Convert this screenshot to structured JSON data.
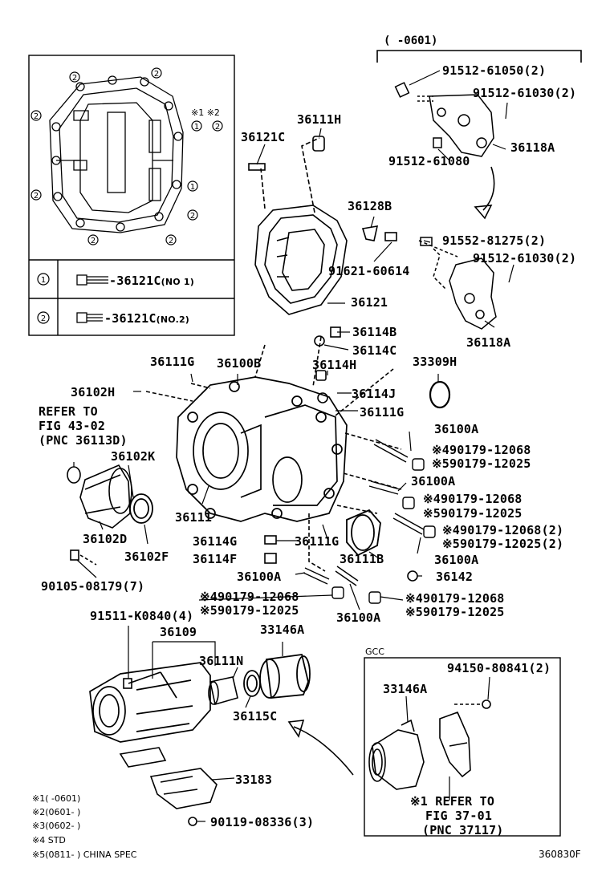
{
  "date_range_header": "(     -0601)",
  "inset": {
    "callouts": {
      "one": "1",
      "two": "2"
    },
    "note": "※1 ※2",
    "legend": [
      {
        "marker": "1",
        "part": "-36121C",
        "suffix": "(NO 1)"
      },
      {
        "marker": "2",
        "part": "-36121C",
        "suffix": "(NO.2)"
      }
    ]
  },
  "gcc_box": {
    "title": "GCC",
    "bolt": "94150-80841(2)",
    "part": "33146A",
    "refer": [
      "※1 REFER TO",
      "FIG 37-01",
      "(PNC 37117)"
    ]
  },
  "refer_main": [
    "REFER TO",
    "FIG 43-02",
    "(PNC 36113D)"
  ],
  "parts": {
    "p91512_61050": "91512-61050(2)",
    "p91512_61030a": "91512-61030(2)",
    "p36118A_a": "36118A",
    "p91512_61080": "91512-61080",
    "p36111H": "36111H",
    "p36121C": "36121C",
    "p36128B": "36128B",
    "p91552_81275": "91552-81275(2)",
    "p91512_61030b": "91512-61030(2)",
    "p91621_60614": "91621-60614",
    "p36121": "36121",
    "p36118A_b": "36118A",
    "p36114B": "36114B",
    "p36114C": "36114C",
    "p36111G_a": "36111G",
    "p36100B": "36100B",
    "p36114H": "36114H",
    "p33309H": "33309H",
    "p36102H": "36102H",
    "p36114J": "36114J",
    "p36111G_b": "36111G",
    "p36100A_a": "36100A",
    "s4_90179_a": "※490179-12068",
    "s5_90179_a": "※590179-12025",
    "p36102K": "36102K",
    "p36100A_b": "36100A",
    "s4_90179_b": "※490179-12068",
    "s5_90179_b": "※590179-12025",
    "s4_90179_c": "※490179-12068(2)",
    "s5_90179_c": "※590179-12025(2)",
    "p36111": "36111",
    "p36114G": "36114G",
    "p36111G_c": "36111G",
    "p36102D": "36102D",
    "p36102F": "36102F",
    "p36114F": "36114F",
    "p36111B": "36111B",
    "p36100A_c": "36100A",
    "p90105_08179": "90105-08179(7)",
    "p36100A_d": "36100A",
    "p36142": "36142",
    "s4_90179_d": "※490179-12068",
    "s5_90179_d": "※590179-12025",
    "s4_90179_e": "※490179-12068",
    "s5_90179_e": "※590179-12025",
    "p36100A_e": "36100A",
    "p91511_K0840": "91511-K0840(4)",
    "p36109": "36109",
    "p33146A": "33146A",
    "p36111N": "36111N",
    "p36115C": "36115C",
    "p33183": "33183",
    "p90119_08336": "90119-08336(3)"
  },
  "footnotes": [
    "※1(   -0601)",
    "※2(0601-   )",
    "※3(0602-   )",
    "※4 STD",
    "※5(0811-     ) CHINA SPEC"
  ],
  "figure_code": "360830F"
}
